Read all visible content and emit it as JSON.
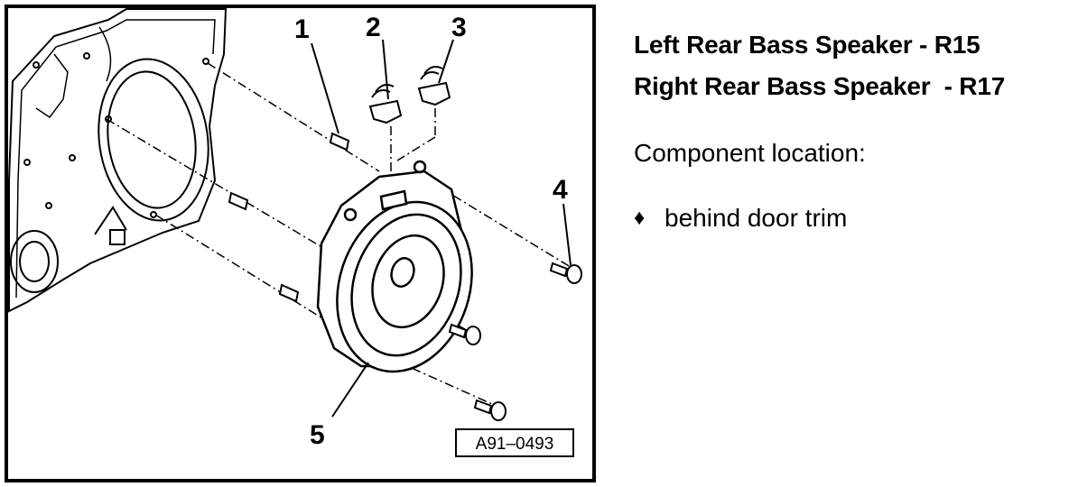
{
  "header": {
    "title_left": "Left Rear Bass Speaker - R15",
    "title_right": "Right Rear Bass Speaker  - R17"
  },
  "body": {
    "location_label": "Component location:",
    "bullet": "♦",
    "location_item": "behind door trim"
  },
  "figure": {
    "reference": "A91–0493",
    "callouts": [
      "1",
      "2",
      "3",
      "4",
      "5"
    ]
  }
}
